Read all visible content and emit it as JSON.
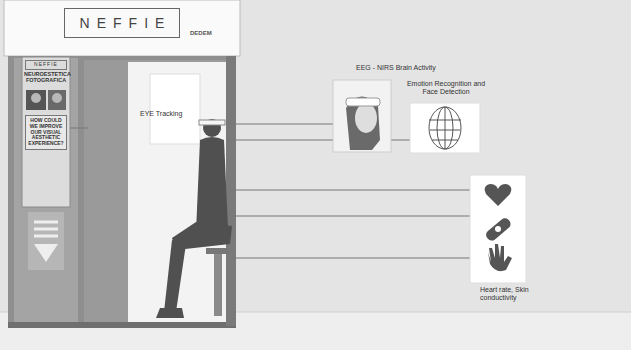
{
  "diagram": {
    "nodes": [
      {
        "text": [
          "NEFFIE"
        ]
      },
      {
        "text": [
          "NEFFIE",
          "NEUROESTETICA FOTOGRAFICA",
          "HOW COULD WE IMPROVE OUR VISUAL AESTHETIC EXPERIENCE?"
        ],
        "in": 0
      },
      {
        "text": [
          "EEG - NIRS Brain Activity"
        ]
      },
      {
        "text": [
          "Emotion Recognition and Face Detection"
        ]
      },
      {
        "text": [
          "Heart rate, Skin conductivity"
        ]
      }
    ],
    "labels": [
      "DEDEM",
      "EYE Tracking"
    ]
  }
}
